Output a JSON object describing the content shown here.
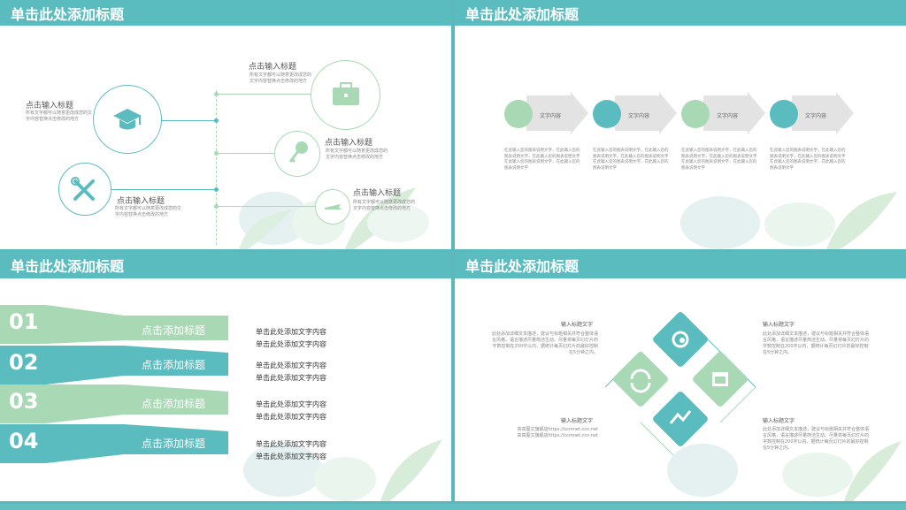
{
  "slides": [
    {
      "title": "单击此处添加标题",
      "items": [
        {
          "heading": "点击输入标题",
          "body": "所有文字都可以随意更改成您的文字内容替换点击修改的地方"
        },
        {
          "heading": "点击输入标题",
          "body": "所有文字都可以随意更改成您的文字内容替换点击修改的地方"
        },
        {
          "heading": "点击输入标题",
          "body": "所有文字都可以随意更改成您的文字内容替换点击修改的地方"
        },
        {
          "heading": "点击输入标题",
          "body": "所有文字都可以随意更改成您的文字内容替换点击修改的地方"
        },
        {
          "heading": "点击输入标题",
          "body": "所有文字都可以随意更改成您的文字内容替换点击修改的地方"
        }
      ],
      "icons": [
        "graduation-cap-icon",
        "tools-icon",
        "briefcase-icon",
        "key-icon",
        "airplane-icon"
      ]
    },
    {
      "title": "",
      "steps": [
        {
          "label": "文字内容",
          "icon": "calendar-icon",
          "body": "在此输入您的图表说明文字，在此输入您的图表说明文字，在此输入您的图表说明文字在此输入您的图表说明文字，在此输入您的图表说明文字"
        },
        {
          "label": "文字内容",
          "icon": "download-icon",
          "body": "在此输入您的图表说明文字，在此输入您的图表说明文字，在此输入您的图表说明文字在此输入您的图表说明文字，在此输入您的图表说明文字"
        },
        {
          "label": "文字内容",
          "icon": "globe-icon",
          "body": "在此输入您的图表说明文字，在此输入您的图表说明文字，在此输入您的图表说明文字在此输入您的图表说明文字，在此输入您的图表说明文字"
        },
        {
          "label": "文字内容",
          "icon": "network-icon",
          "body": "在此输入您的图表说明文字，在此输入您的图表说明文字，在此输入您的图表说明文字在此输入您的图表说明文字，在此输入您的图表说明文字"
        }
      ]
    },
    {
      "title": "单击此处添加标题",
      "rows": [
        {
          "num": "01",
          "label": "点击添加标题",
          "lines": [
            "单击此处添加文字内容",
            "单击此处添加文字内容"
          ]
        },
        {
          "num": "02",
          "label": "点击添加标题",
          "lines": [
            "单击此处添加文字内容",
            "单击此处添加文字内容"
          ]
        },
        {
          "num": "03",
          "label": "点击添加标题",
          "lines": [
            "单击此处添加文字内容",
            "单击此处添加文字内容"
          ]
        },
        {
          "num": "04",
          "label": "点击添加标题",
          "lines": [
            "单击此处添加文字内容",
            "单击此处添加文字内容"
          ]
        }
      ]
    },
    {
      "title": "单击此处添加标题",
      "blocks": [
        {
          "heading": "输入标题文字",
          "body": "此处添加详细文本描述，建议与标题相关并符合整体语言风格，语言描述尽量简洁生动。尽量将每页幻灯片的字数控制在200字以内，据统计每页幻灯片的最好控制在5分钟之内。"
        },
        {
          "heading": "输入标题文字",
          "body": "此处添加详细文本描述，建议与标题相关并符合整体语言风格，语言描述尽量简洁生动。尽量将每页幻灯片的字数控制在200字以内，据统计每页幻灯片的最好控制在5分钟之内。"
        },
        {
          "heading": "输入标题文字",
          "body": "高高图文旗舰店https://ccmnet.ccn.net\n高高图文旗舰店https://ccmnet.ccn.net"
        },
        {
          "heading": "输入标题文字",
          "body": "此处添加详细文本描述，建议与标题相关并符合整体语言风格，语言描述尽量简洁生动。尽量将每页幻灯片的字数控制在200字以内，据统计每页幻灯片的最好控制在5分钟之内。"
        }
      ]
    }
  ],
  "colors": {
    "teal": "#5bbcc0",
    "green": "#a8d9b4",
    "header": "#5bbcc0"
  }
}
